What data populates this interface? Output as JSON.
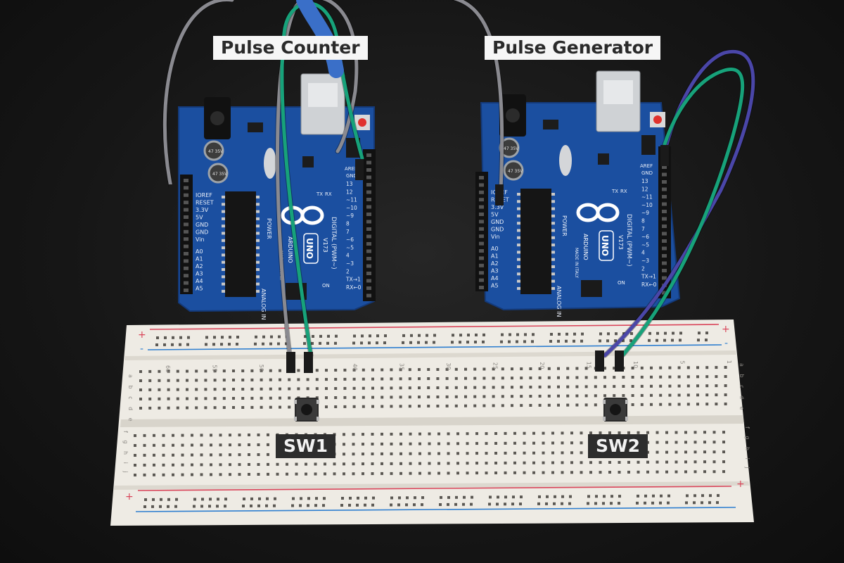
{
  "labels": {
    "pulse_counter": "Pulse Counter",
    "pulse_generator": "Pulse Generator",
    "sw1": "SW1",
    "sw2": "SW2"
  },
  "board_text": {
    "brand": "ARDUINO",
    "model": "UNO",
    "version": "V173",
    "origin": "MADE IN ITALY",
    "digital": "DIGITAL (PWM~)",
    "analog": "ANALOG IN",
    "power": "POWER",
    "aref": "AREF",
    "gnd": "GND",
    "ioref": "IOREF",
    "reset": "RESET",
    "v33": "3.3V",
    "v5": "5V",
    "vin": "Vin",
    "tx": "TX",
    "rx": "RX",
    "on": "ON",
    "cap": "47 35V",
    "pins_digital": [
      "13",
      "12",
      "~11",
      "~10",
      "~9",
      "8",
      "7",
      "~6",
      "~5",
      "4",
      "~3",
      "2",
      "TX→1",
      "RX←0"
    ],
    "pins_analog": [
      "A0",
      "A1",
      "A2",
      "A3",
      "A4",
      "A5"
    ]
  },
  "breadboard_text": {
    "col_numbers": [
      "60",
      "55",
      "50",
      "45",
      "40",
      "35",
      "30",
      "25",
      "20",
      "15",
      "10",
      "5",
      "1"
    ],
    "rows_top": "a b c d e",
    "rows_bottom": "f g h i j",
    "plus": "+",
    "minus": "-"
  },
  "colors": {
    "board": "#1b4fa0",
    "wire_green": "#17a27a",
    "wire_gray": "#8a8a90",
    "wire_purple": "#4a46a8",
    "rail_red": "#d9455a",
    "rail_blue": "#2f7fd0"
  }
}
